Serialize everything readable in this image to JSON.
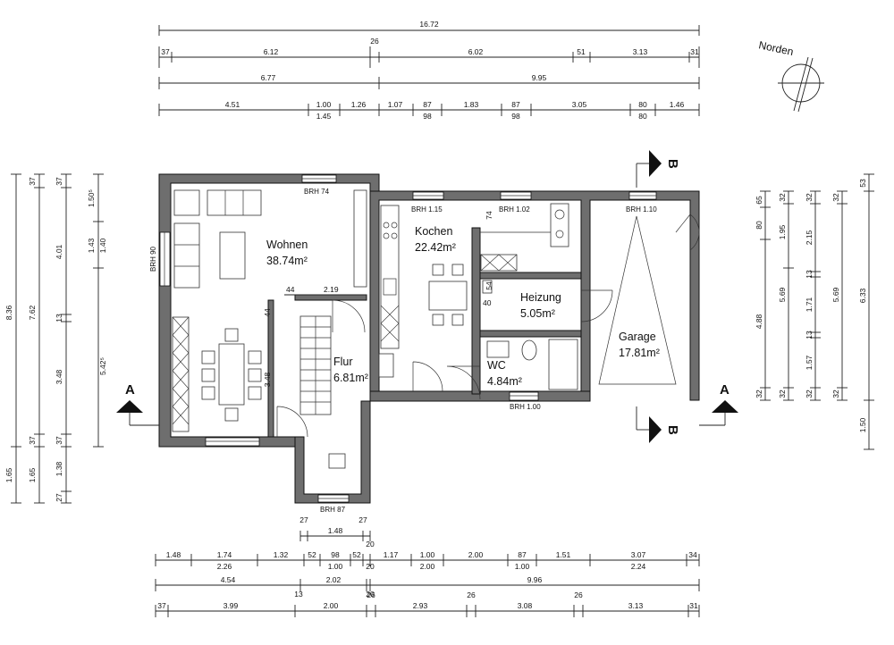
{
  "rooms": {
    "wohnen": {
      "name": "Wohnen",
      "area": "38.74m²"
    },
    "kochen": {
      "name": "Kochen",
      "area": "22.42m²"
    },
    "heizung": {
      "name": "Heizung",
      "area": "5.05m²"
    },
    "flur": {
      "name": "Flur",
      "area": "6.81m²"
    },
    "wc": {
      "name": "WC",
      "area": "4.84m²"
    },
    "garage": {
      "name": "Garage",
      "area": "17.81m²"
    }
  },
  "windows": {
    "wohnen_top": "BRH 74",
    "wohnen_left": "BRH 90",
    "kochen_a": "BRH 1.15",
    "kochen_b": "BRH 1.02",
    "garage": "BRH 1.10",
    "wc": "BRH 1.00",
    "flur_bottom": "BRH 87"
  },
  "north_label": "Norden",
  "section_marks": {
    "a": "A",
    "b": "B"
  },
  "dims_top": {
    "total": "16.72",
    "row1": [
      "37",
      "6.12",
      "26",
      "6.02",
      "51",
      "3.13",
      "31"
    ],
    "row2": [
      "6.77",
      "9.95"
    ],
    "row3": [
      "4.51",
      "1.00",
      "1.26",
      "1.07",
      "87",
      "1.83",
      "87",
      "3.05",
      "80",
      "1.46"
    ],
    "row3_sub": [
      "1.45",
      "98",
      "98",
      "80"
    ]
  },
  "dims_bottom": {
    "stair": [
      "27",
      "27",
      "1.48"
    ],
    "row1": [
      "1.48",
      "1.74",
      "1.32",
      "52",
      "98",
      "52",
      "20",
      "1.17",
      "1.00",
      "2.00",
      "87",
      "1.51",
      "3.07",
      "34"
    ],
    "row1_sub": [
      "2.26",
      "1.00",
      "20",
      "2.00",
      "1.00",
      "2.24"
    ],
    "row2": [
      "4.54",
      "2.02",
      "13",
      "20",
      "9.96"
    ],
    "row3": [
      "37",
      "3.99",
      "2.00",
      "26",
      "2.93",
      "26",
      "3.08",
      "26",
      "3.13",
      "31"
    ]
  },
  "dims_left": {
    "c1": [
      "8.36",
      "1.65"
    ],
    "c2": [
      "37",
      "7.62",
      "37",
      "1.65"
    ],
    "c3": [
      "37",
      "4.01",
      "13",
      "3.48",
      "37",
      "1.38",
      "27"
    ],
    "c4": [
      "1.50⁵",
      "1.43",
      "1.40",
      "5.42⁵"
    ],
    "inner": [
      "44",
      "2.19",
      "44",
      "3.48"
    ]
  },
  "dims_right": {
    "c1": [
      "65",
      "80",
      "4.88",
      "32"
    ],
    "c2": [
      "32",
      "1.95",
      "5.69",
      "32"
    ],
    "c3": [
      "32",
      "2.15",
      "13",
      "1.71",
      "13",
      "1.57",
      "32"
    ],
    "c4": [
      "32",
      "5.69",
      "32"
    ],
    "c5": [
      "53",
      "6.33",
      "1.50"
    ]
  },
  "dims_inner": {
    "h54": "54",
    "h40": "40",
    "h74": "74"
  }
}
